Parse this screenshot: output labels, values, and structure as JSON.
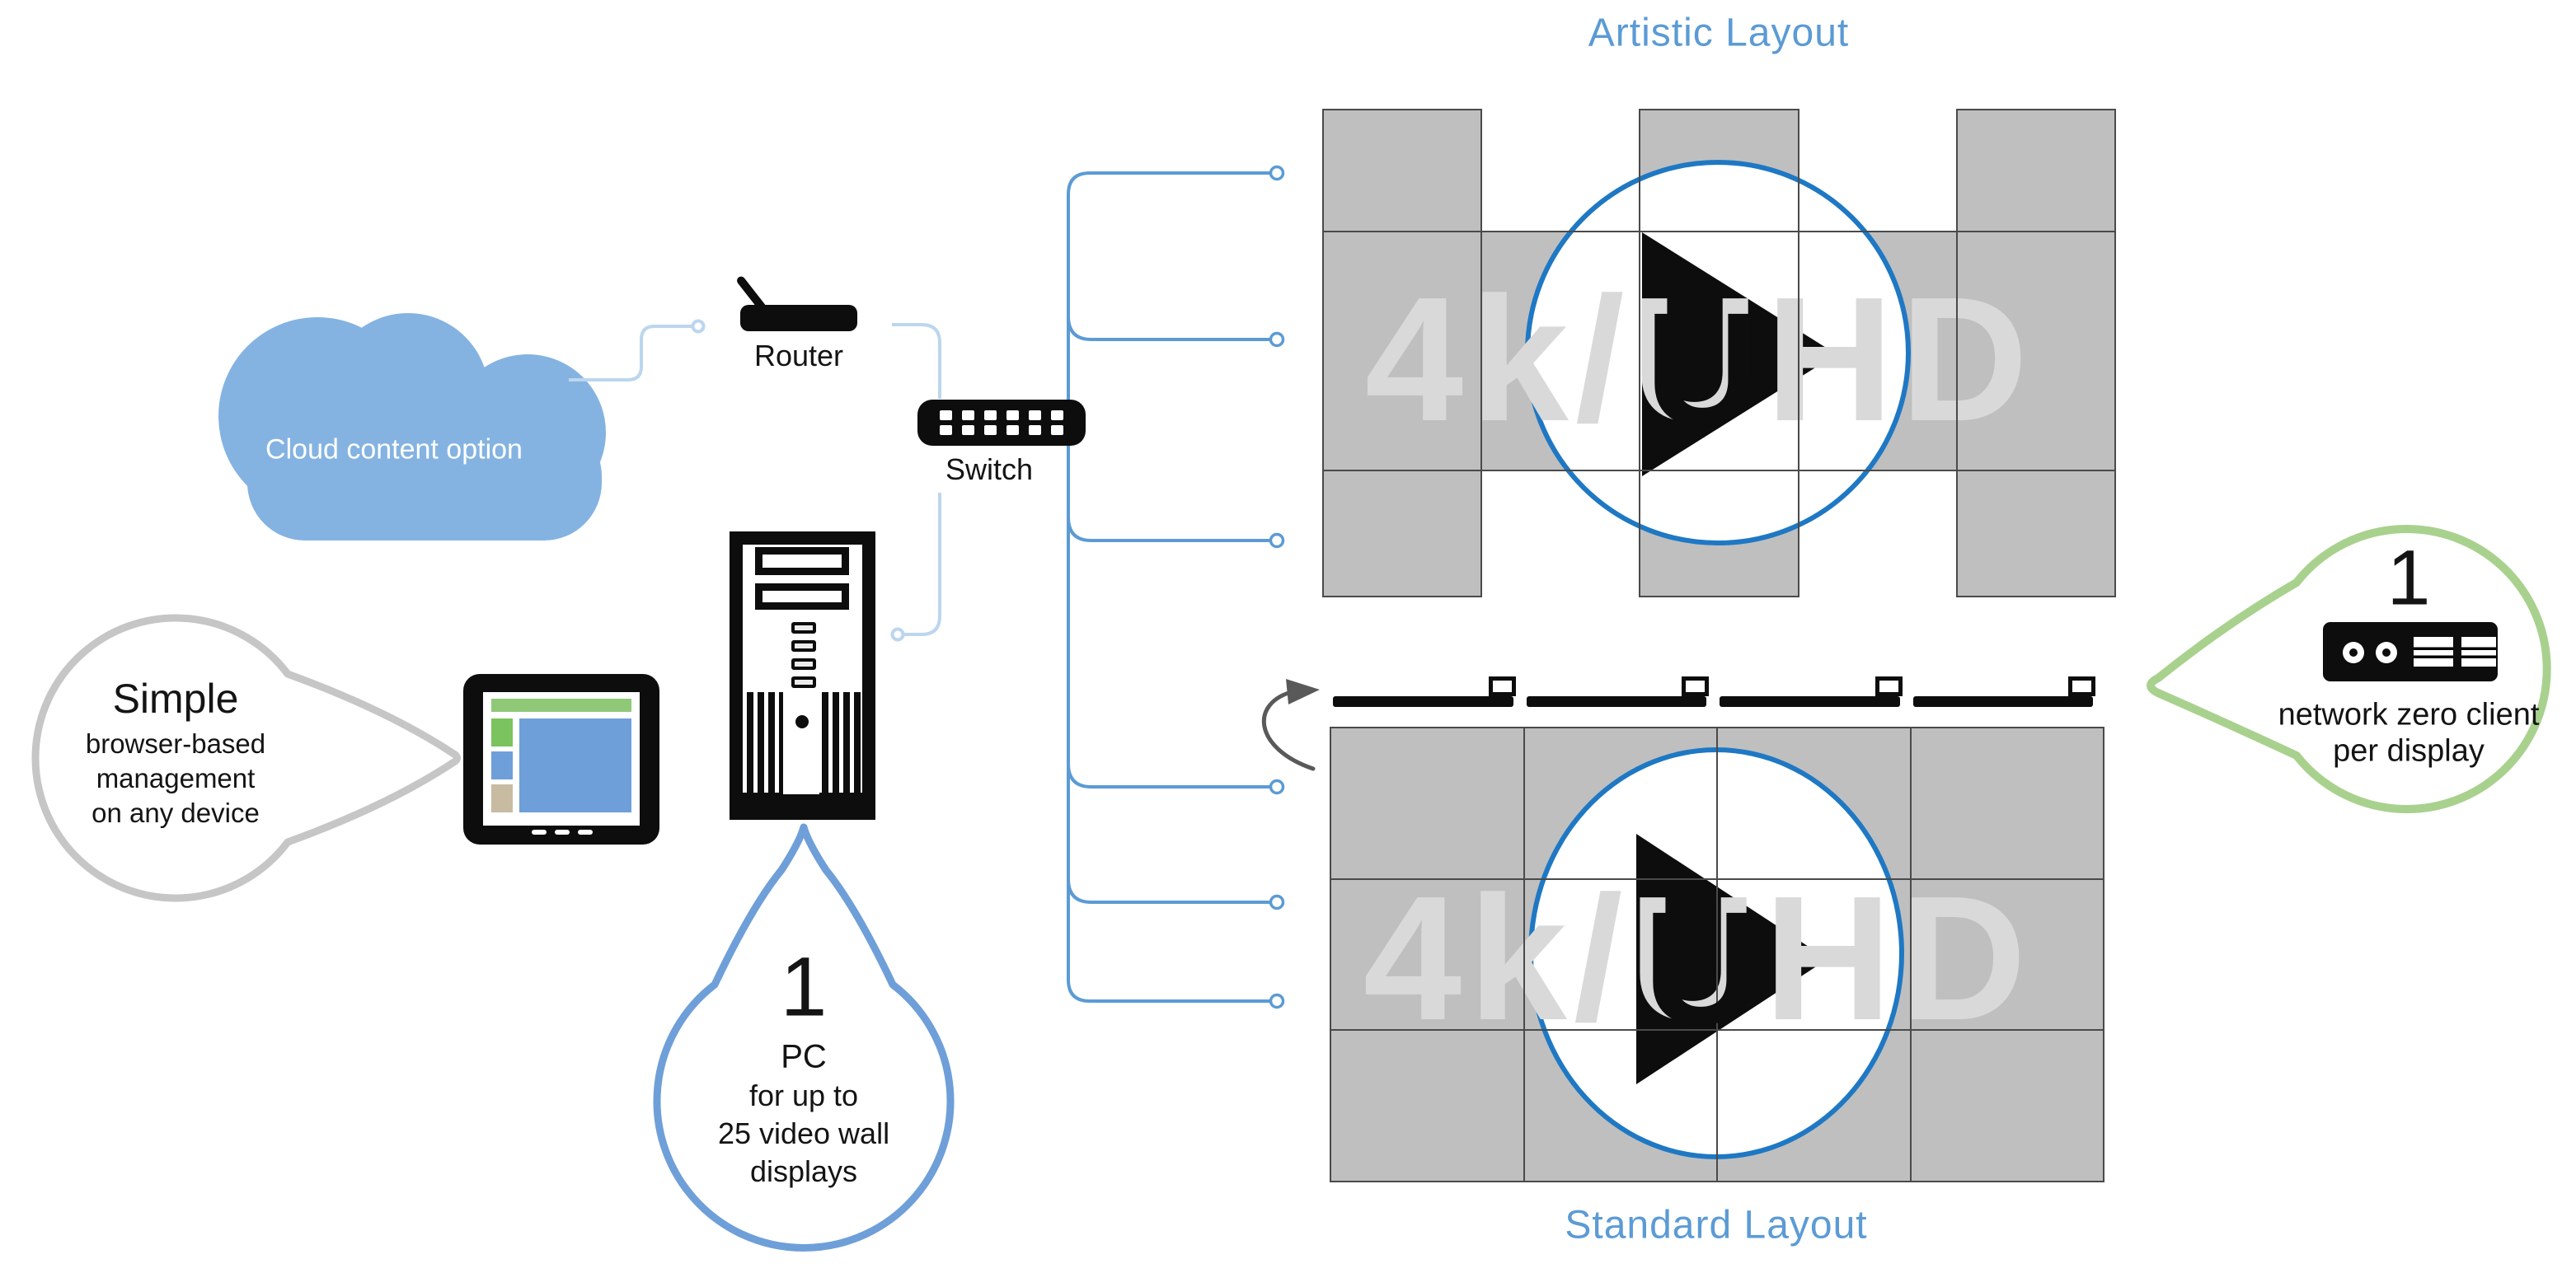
{
  "colors": {
    "accent_blue": "#5b9bd5",
    "ring_blue": "#1e78c4",
    "cloud_blue": "#84b3e2",
    "balloon_blue": "#6f9fd8",
    "balloon_green": "#a9d18e",
    "bubble_gray": "#c6c6c6",
    "cell_gray": "#bfbfbf",
    "watermark_gray": "#d9d9d9"
  },
  "cloud": {
    "label": "Cloud content option"
  },
  "router": {
    "label": "Router"
  },
  "switch": {
    "label": "Switch",
    "ports": {
      "rows": 2,
      "cols": 6
    }
  },
  "bubble_simple": {
    "title": "Simple",
    "lines": [
      "browser-based",
      "management",
      "on any device"
    ]
  },
  "balloon_pc": {
    "number": "1",
    "lines": [
      "PC",
      "for up to",
      "25 video wall",
      "displays"
    ]
  },
  "balloon_client": {
    "number": "1",
    "line1": "network zero client",
    "line2": "per display"
  },
  "play_logo_letter": "U",
  "artistic": {
    "title": "Artistic Layout",
    "watermark": "4k/UHD",
    "pattern": {
      "columns": 5,
      "row_cells": [
        [
          0,
          2,
          4
        ],
        [
          0,
          1,
          2,
          3,
          4
        ],
        [
          0,
          2,
          4
        ]
      ]
    }
  },
  "standard": {
    "title": "Standard Layout",
    "watermark": "4k/UHD",
    "grid": {
      "columns": 4,
      "rows": 3
    },
    "zero_clients_per_column": 1
  }
}
